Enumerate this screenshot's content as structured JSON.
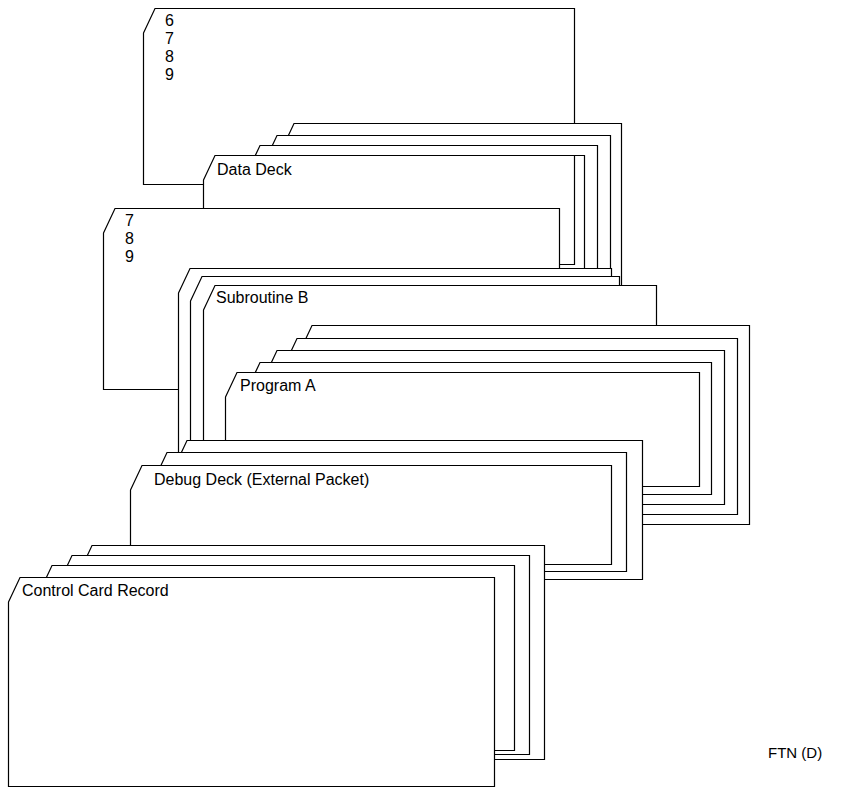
{
  "diagram": {
    "nodes": [
      {
        "text": [
          "6 7 8 9"
        ]
      },
      {
        "text": [
          "Data Deck"
        ]
      },
      {
        "text": [
          "7 8 9"
        ]
      },
      {
        "text": [
          "Subroutine B"
        ]
      },
      {
        "text": [
          "Program A"
        ]
      },
      {
        "text": [
          "Debug Deck (External Packet)"
        ]
      },
      {
        "text": [
          "Control Card Record"
        ]
      }
    ],
    "labels": [
      "FTN (D)"
    ]
  }
}
